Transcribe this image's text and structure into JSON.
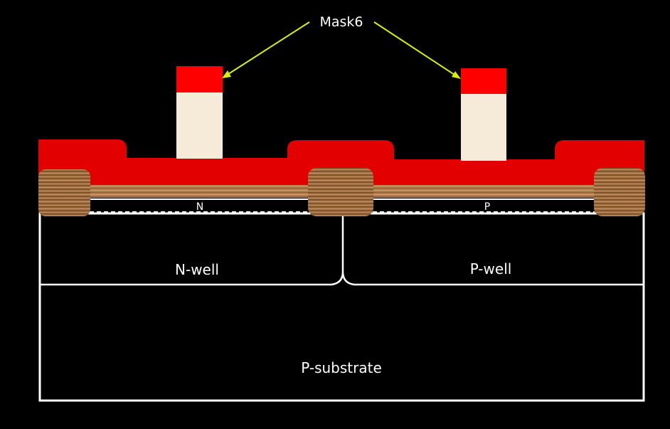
{
  "diagram": {
    "mask_label": "Mask6",
    "n_region_label": "N",
    "p_region_label": "P",
    "n_well_label": "N-well",
    "p_well_label": "P-well",
    "substrate_label": "P-substrate"
  },
  "colors": {
    "background": "#000000",
    "outline": "#ffffff",
    "polysilicon": "#e30000",
    "photoresist": "#f6ead9",
    "mask_top": "#ff0000",
    "field_oxide": "#9a6a3c",
    "thin_oxide": "#a77a4a",
    "arrow": "#d6f000"
  }
}
